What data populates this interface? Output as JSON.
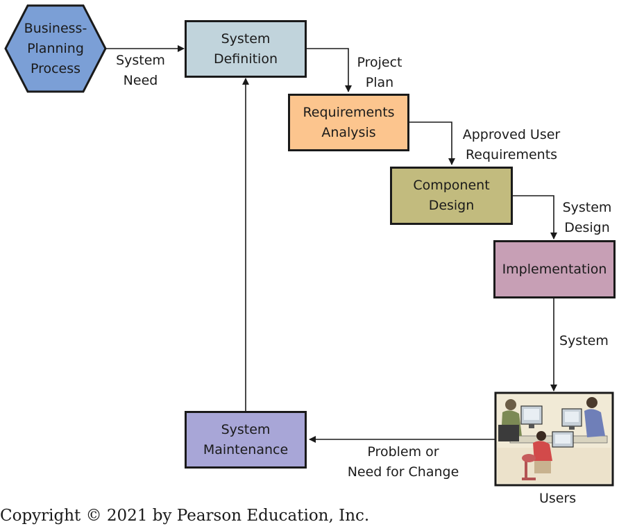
{
  "diagram": {
    "start_node": {
      "label": "Business-\nPlanning\nProcess",
      "shape": "hexagon",
      "color": "#7b9fd6"
    },
    "stages": [
      {
        "id": "system_definition",
        "label": "System\nDefinition",
        "color": "#c1d4dc"
      },
      {
        "id": "requirements_analysis",
        "label": "Requirements\nAnalysis",
        "color": "#fcc58e"
      },
      {
        "id": "component_design",
        "label": "Component\nDesign",
        "color": "#c2bb7e"
      },
      {
        "id": "implementation",
        "label": "Implementation",
        "color": "#c79fb5"
      },
      {
        "id": "system_maintenance",
        "label": "System\nMaintenance",
        "color": "#a8a6d7"
      }
    ],
    "flows": [
      {
        "from": "business_planning_process",
        "to": "system_definition",
        "label": "System\nNeed"
      },
      {
        "from": "system_definition",
        "to": "requirements_analysis",
        "label": "Project\nPlan"
      },
      {
        "from": "requirements_analysis",
        "to": "component_design",
        "label": "Approved User\nRequirements"
      },
      {
        "from": "component_design",
        "to": "implementation",
        "label": "System\nDesign"
      },
      {
        "from": "implementation",
        "to": "users",
        "label": "System"
      },
      {
        "from": "users",
        "to": "system_maintenance",
        "label": "Problem or\nNeed for Change"
      },
      {
        "from": "system_maintenance",
        "to": "system_definition",
        "label": ""
      }
    ],
    "users": {
      "label": "Users",
      "image": "people-at-computers-illustration"
    }
  },
  "copyright": "Copyright © 2021 by Pearson Education, Inc."
}
